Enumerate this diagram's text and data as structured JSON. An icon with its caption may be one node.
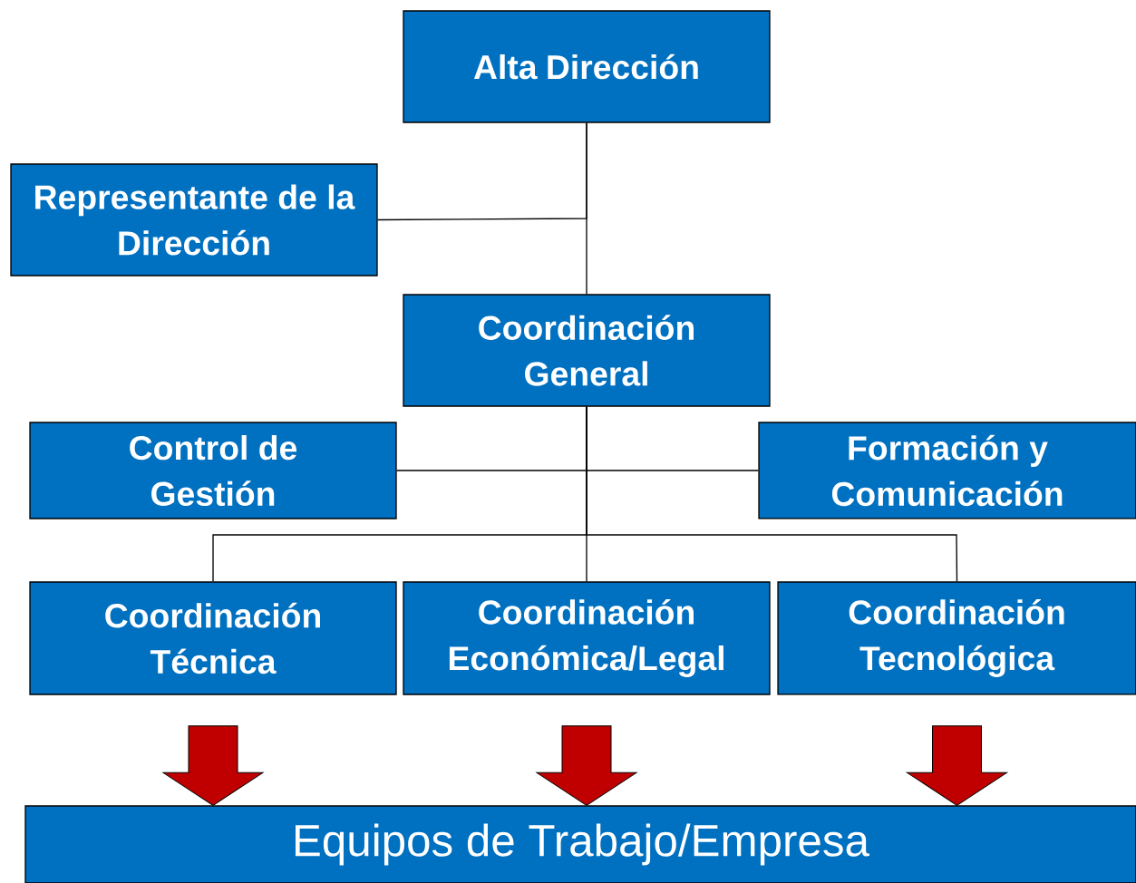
{
  "diagram": {
    "nodes": [
      {
        "text": [
          "Alta Dirección"
        ]
      },
      {
        "text": [
          "Representante de la Dirección"
        ]
      },
      {
        "text": [
          "Coordinación General"
        ]
      },
      {
        "text": [
          "Control de Gestión"
        ]
      },
      {
        "text": [
          "Formación y Comunicación"
        ]
      },
      {
        "text": [
          "Coordinación Técnica"
        ]
      },
      {
        "text": [
          "Coordinación Económica/Legal"
        ]
      },
      {
        "text": [
          "Coordinación Tecnológica"
        ]
      },
      {
        "text": [
          "Equipos de Trabajo/Empresa"
        ]
      }
    ],
    "edges": [
      {
        "from": 0,
        "to": 2,
        "arrow": "none"
      },
      {
        "from": 0,
        "to": 1,
        "arrow": "none"
      },
      {
        "from": 2,
        "to": 3,
        "arrow": "none"
      },
      {
        "from": 2,
        "to": 4,
        "arrow": "none"
      },
      {
        "from": 2,
        "to": 5,
        "arrow": "none"
      },
      {
        "from": 2,
        "to": 6,
        "arrow": "none"
      },
      {
        "from": 2,
        "to": 7,
        "arrow": "none"
      },
      {
        "from": 5,
        "to": 8,
        "arrow": "to",
        "style": "thick",
        "color": "#c00000"
      },
      {
        "from": 6,
        "to": 8,
        "arrow": "to",
        "style": "thick",
        "color": "#c00000"
      },
      {
        "from": 7,
        "to": 8,
        "arrow": "to",
        "style": "thick",
        "color": "#c00000"
      }
    ]
  }
}
